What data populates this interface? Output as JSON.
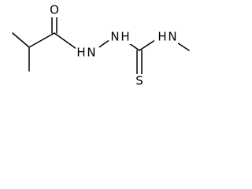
{
  "molecule": {
    "atoms": {
      "oxygen": "O",
      "nitrogen_1": "N",
      "hydrogen_1": "H",
      "nitrogen_2": "N",
      "hydrogen_2": "H",
      "nitrogen_3": "N",
      "hydrogen_3": "H",
      "sulfur": "S"
    }
  },
  "colors": {
    "bond": "#000000",
    "label": "#000000",
    "background": "#ffffff"
  }
}
